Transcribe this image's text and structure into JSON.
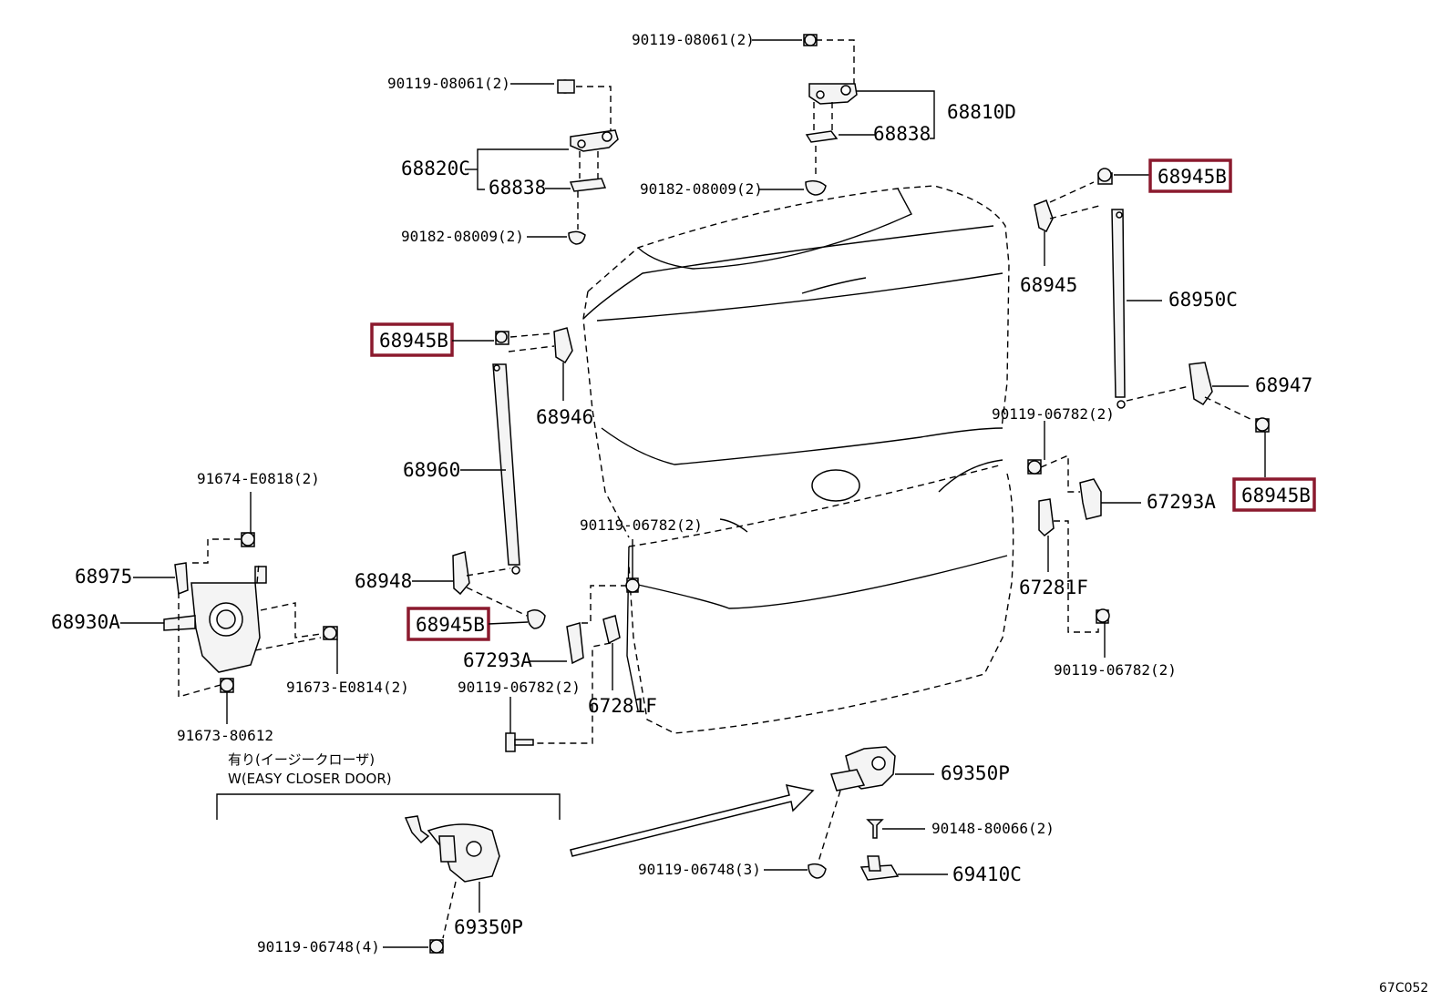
{
  "labels": {
    "p90119_08061_top": "90119-08061(2)",
    "p90119_08061_left": "90119-08061(2)",
    "p68810D": "68810D",
    "p68838_right": "68838",
    "p68820C": "68820C",
    "p68838_left": "68838",
    "p90182_08009_right": "90182-08009(2)",
    "p90182_08009_left": "90182-08009(2)",
    "p68945B_topright": "68945B",
    "p68945": "68945",
    "p68950C": "68950C",
    "p68945B_left": "68945B",
    "p68946": "68946",
    "p68947": "68947",
    "p90119_06782_right": "90119-06782(2)",
    "p68945B_right": "68945B",
    "p68960": "68960",
    "p67293A_right": "67293A",
    "p91674_E0818": "91674-E0818(2)",
    "p90119_06782_mid": "90119-06782(2)",
    "p67281F_right": "67281F",
    "p68975": "68975",
    "p68948": "68948",
    "p68930A": "68930A",
    "p68945B_bottom": "68945B",
    "p67293A_left": "67293A",
    "p90119_06782_lowright": "90119-06782(2)",
    "p91673_E0814": "91673-E0814(2)",
    "p90119_06782_lowleft": "90119-06782(2)",
    "p67281F_left": "67281F",
    "p91673_80612": "91673-80612",
    "p69350P_right": "69350P",
    "p90148_80066": "90148-80066(2)",
    "p90119_06748_3": "90119-06748(3)",
    "p69410C": "69410C",
    "p69350P_left": "69350P",
    "p90119_06748_4": "90119-06748(4)"
  },
  "note": {
    "line1": "有り(イージークローザ)",
    "line2": "W(EASY CLOSER DOOR)"
  },
  "figure_code": "67C052"
}
